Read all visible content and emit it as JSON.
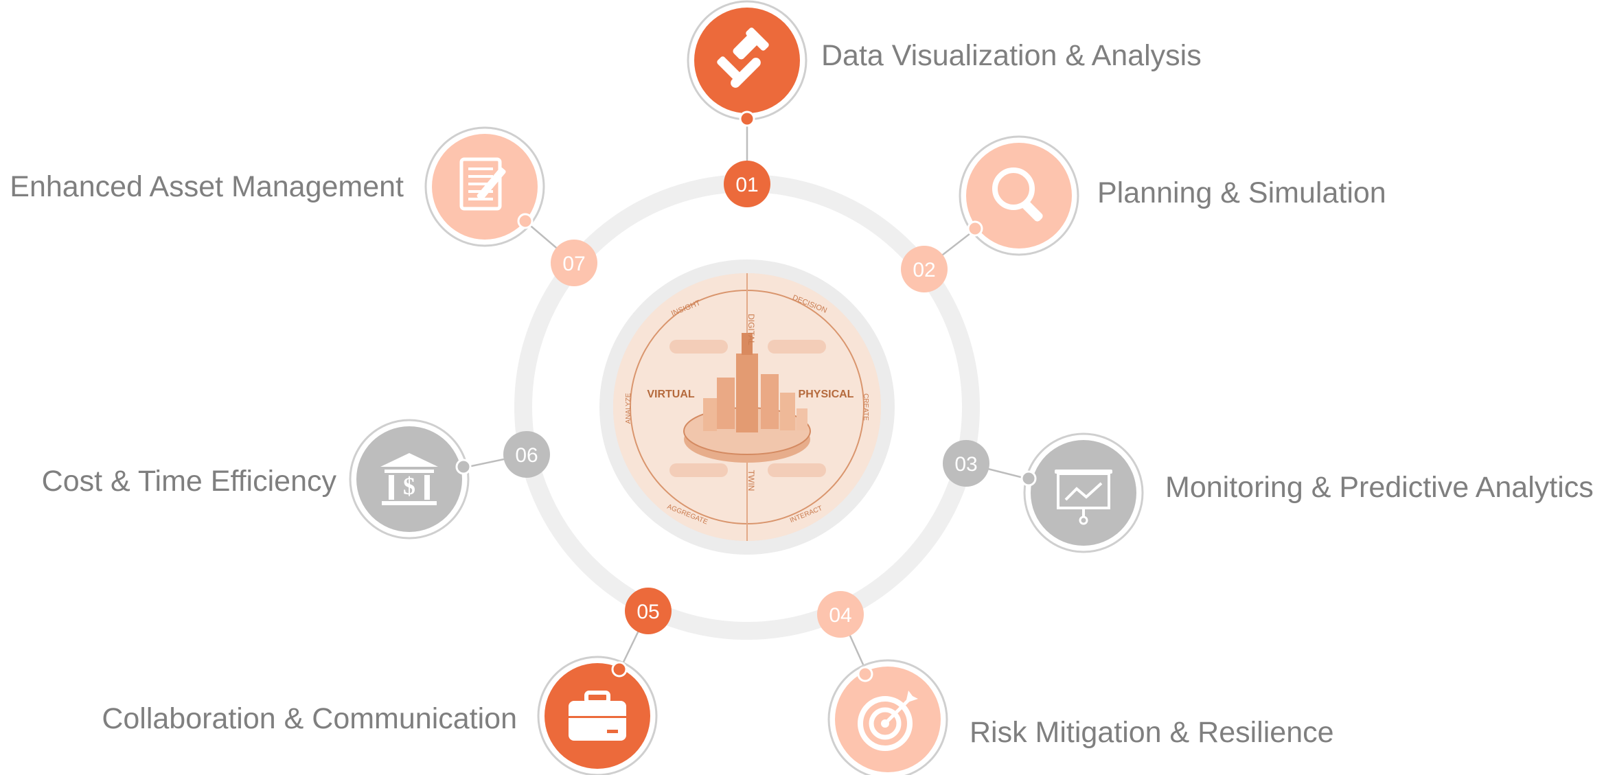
{
  "colors": {
    "dark": "#ec6a3b",
    "light": "#fdc4ae",
    "gray": "#bdbdbd",
    "ring": "#efefef",
    "text": "#7f7f7f"
  },
  "center": {
    "words": [
      "INSIGHT",
      "DECISION",
      "DIGITAL",
      "VIRTUAL",
      "PHYSICAL",
      "TWIN",
      "ANALYZE",
      "CREATE",
      "INTERACT",
      "AGGREGATE"
    ]
  },
  "items": [
    {
      "num": "01",
      "label": "Data Visualization & Analysis",
      "style": "dark",
      "icon": "gavel-icon"
    },
    {
      "num": "02",
      "label": "Planning & Simulation",
      "style": "light",
      "icon": "magnifier-icon"
    },
    {
      "num": "03",
      "label": "Monitoring & Predictive Analytics",
      "style": "gray",
      "icon": "presentation-chart-icon"
    },
    {
      "num": "04",
      "label": "Risk Mitigation & Resilience",
      "style": "light",
      "icon": "target-icon"
    },
    {
      "num": "05",
      "label": "Collaboration & Communication",
      "style": "dark",
      "icon": "briefcase-icon"
    },
    {
      "num": "06",
      "label": "Cost & Time Efficiency",
      "style": "gray",
      "icon": "bank-icon"
    },
    {
      "num": "07",
      "label": "Enhanced Asset Management",
      "style": "light",
      "icon": "document-pen-icon"
    }
  ]
}
